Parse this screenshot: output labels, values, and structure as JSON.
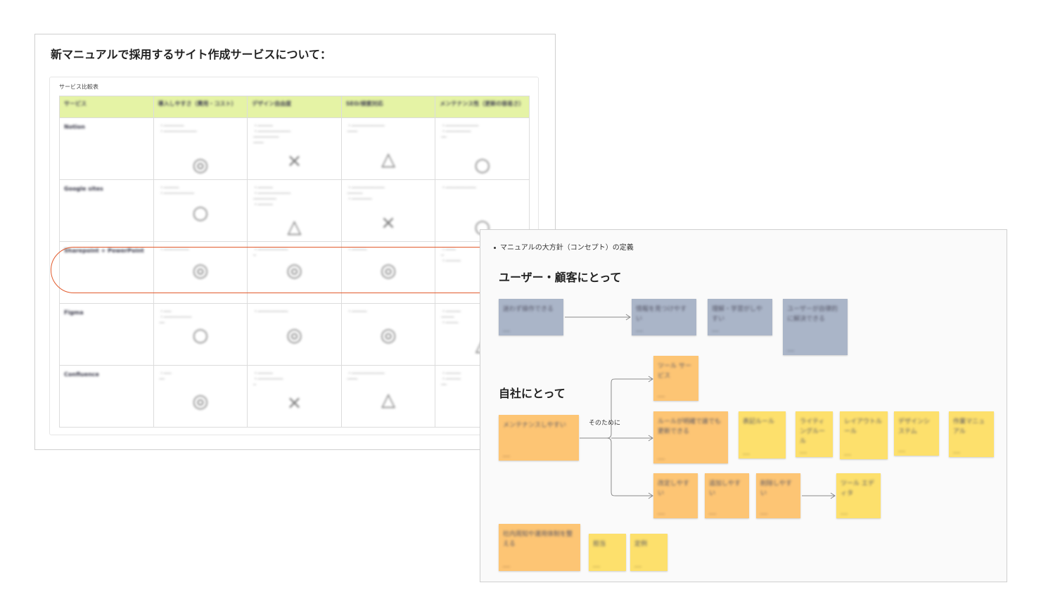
{
  "panel1": {
    "title": "新マニュアルで採用するサイト作成サービスについて：",
    "table_caption": "サービス比較表",
    "header_color": "#e5f3a5",
    "highlight_color": "#e25a2c",
    "headers": [
      "サービス",
      "導入しやすさ（費用・コスト）",
      "デザイン自由度",
      "SEO/検索対応",
      "メンテナンス性（更新の容易さ）"
    ],
    "rows": [
      {
        "name": "Notion",
        "marks": [
          "◎",
          "×",
          "△",
          "○"
        ]
      },
      {
        "name": "Google sites",
        "marks": [
          "○",
          "△",
          "×",
          "○"
        ]
      },
      {
        "name": "Sharepoint + PowerPoint",
        "marks": [
          "◎",
          "◎",
          "◎",
          ""
        ]
      },
      {
        "name": "Figma",
        "marks": [
          "○",
          "◎",
          "◎",
          "△"
        ]
      },
      {
        "name": "Confluence",
        "marks": [
          "◎",
          "×",
          "△",
          ""
        ]
      }
    ]
  },
  "panel2": {
    "bullet": "マニュアルの大方針（コンセプト）の定義",
    "section_user": "ユーザー・顧客にとって",
    "section_company": "自社にとって",
    "connector_label": "そのために",
    "sticky_colors": {
      "blue": "#aab5c8",
      "orange": "#fdc574",
      "yellow": "#fde06c"
    },
    "user_stickies": [
      "迷わず操作できる",
      "情報を見つけやすい",
      "理解・学習がしやすい",
      "ユーザーが自律的に解決できる"
    ],
    "company_main": "メンテナンスしやすい",
    "company_stickies": [
      "ツール サービス",
      "ルールが明確で誰でも更新できる",
      "表記ルール",
      "ライティングルール",
      "レイアウトルール",
      "デザインシステム",
      "作業マニュアル",
      "改定しやすい",
      "追加しやすい",
      "削除しやすい",
      "ツール エディタ",
      "社内周知や運用体制を整える",
      "担当",
      "定例"
    ]
  }
}
